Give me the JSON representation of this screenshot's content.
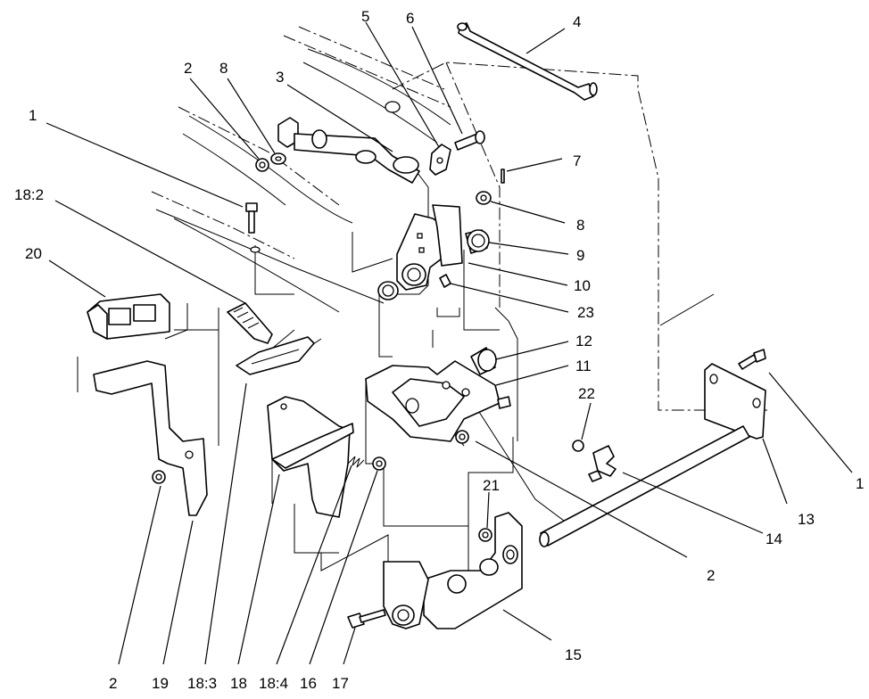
{
  "callouts": {
    "c1_left": "1",
    "c1_right": "1",
    "c2_top": "2",
    "c2_bottom_left": "2",
    "c2_right": "2",
    "c3": "3",
    "c4": "4",
    "c5": "5",
    "c6": "6",
    "c7": "7",
    "c8_top": "8",
    "c8_right": "8",
    "c9": "9",
    "c10": "10",
    "c11": "11",
    "c12": "12",
    "c13": "13",
    "c14": "14",
    "c15": "15",
    "c16": "16",
    "c17": "17",
    "c18": "18",
    "c18_2": "18:2",
    "c18_3": "18:3",
    "c18_4": "18:4",
    "c19": "19",
    "c20": "20",
    "c21": "21",
    "c22": "22",
    "c23": "23"
  }
}
